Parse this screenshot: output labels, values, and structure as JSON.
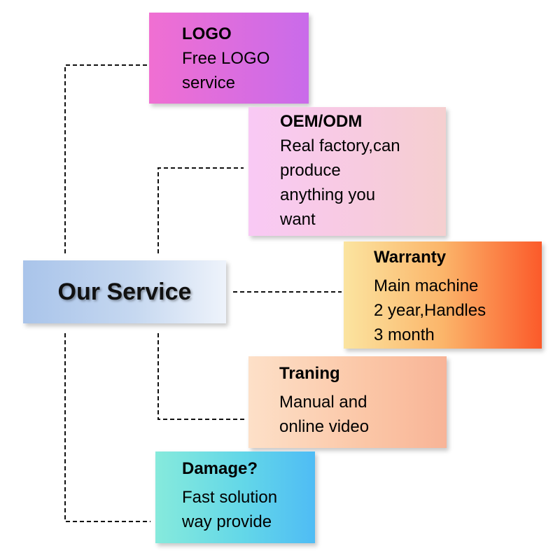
{
  "center": {
    "label": "Our Service"
  },
  "services": {
    "logo": {
      "title": "LOGO",
      "lines": [
        "Free LOGO",
        "service"
      ],
      "gradient": [
        "#f06fd2",
        "#c96bea"
      ]
    },
    "oem": {
      "title": "OEM/ODM",
      "lines": [
        "Real factory,can",
        "produce",
        "anything you",
        "want"
      ],
      "gradient": [
        "#f9c9f5",
        "#f5cfcf"
      ]
    },
    "warranty": {
      "title": "Warranty",
      "lines": [
        "Main machine",
        "2 year,Handles",
        "3 month"
      ],
      "gradient": [
        "#fbe4a0",
        "#fb5a2a"
      ]
    },
    "training": {
      "title": "Traning",
      "lines": [
        "Manual and",
        "online video"
      ],
      "gradient": [
        "#fde0c8",
        "#f8b497"
      ]
    },
    "damage": {
      "title": "Damage?",
      "lines": [
        "Fast solution",
        "way provide"
      ],
      "gradient": [
        "#86eadc",
        "#4fbcf5"
      ]
    }
  },
  "connector_color": "#111111",
  "center_gradient": [
    "#a9c4ea",
    "#eef3fb"
  ]
}
